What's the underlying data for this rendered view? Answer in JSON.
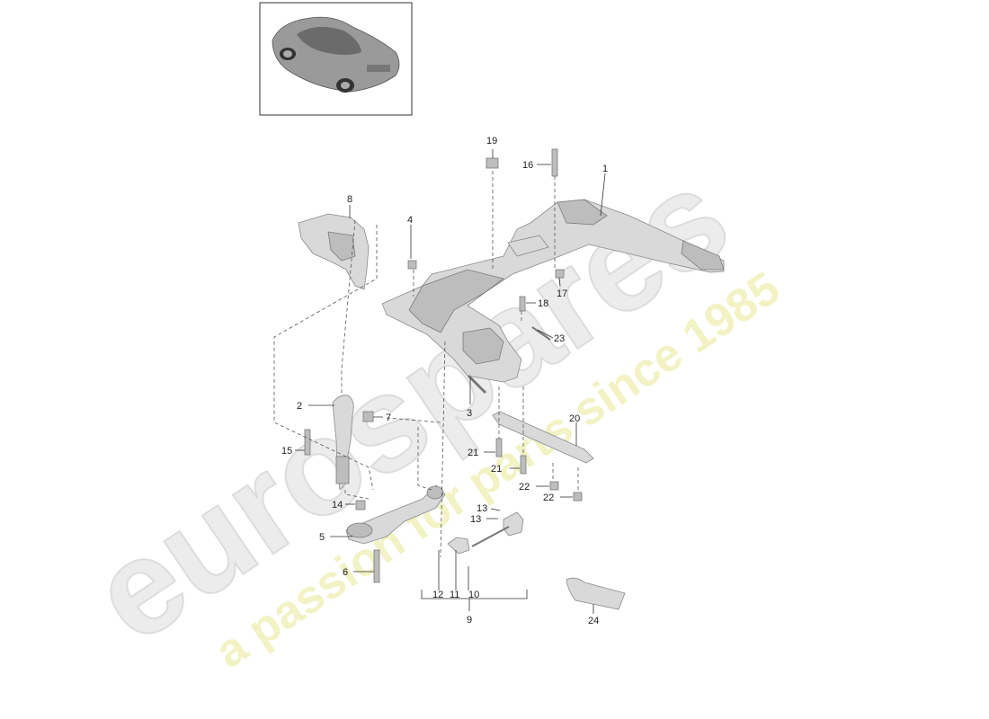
{
  "watermark": {
    "brand": "eurospares",
    "tagline": "a passion for parts since 1985",
    "brand_color": "#e6e6e6",
    "tagline_color": "#efefb0"
  },
  "callouts": {
    "c1": "1",
    "c2": "2",
    "c3": "3",
    "c4": "4",
    "c5": "5",
    "c6": "6",
    "c7": "7",
    "c8": "8",
    "c9": "9",
    "c10": "10",
    "c11": "11",
    "c12": "12",
    "c13a": "13",
    "c13b": "13",
    "c14": "14",
    "c15": "15",
    "c16": "16",
    "c17": "17",
    "c18": "18",
    "c19": "19",
    "c20": "20",
    "c21a": "21",
    "c21b": "21",
    "c22a": "22",
    "c22b": "22",
    "c23": "23",
    "c24": "24"
  }
}
